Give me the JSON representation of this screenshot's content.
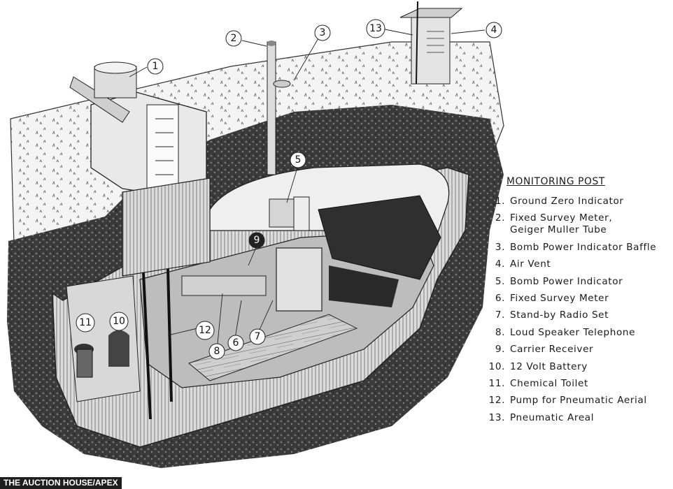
{
  "legend": {
    "title": "MONITORING POST",
    "items": [
      {
        "num": "1.",
        "text": "Ground Zero Indicator"
      },
      {
        "num": "2.",
        "text": "Fixed Survey Meter,\nGeiger Muller Tube"
      },
      {
        "num": "3.",
        "text": "Bomb Power Indicator Baffle"
      },
      {
        "num": "4.",
        "text": "Air Vent"
      },
      {
        "num": "5.",
        "text": "Bomb Power Indicator"
      },
      {
        "num": "6.",
        "text": "Fixed Survey Meter"
      },
      {
        "num": "7.",
        "text": "Stand-by Radio Set"
      },
      {
        "num": "8.",
        "text": "Loud Speaker Telephone"
      },
      {
        "num": "9.",
        "text": "Carrier Receiver"
      },
      {
        "num": "10.",
        "text": "12 Volt Battery"
      },
      {
        "num": "11.",
        "text": "Chemical Toilet"
      },
      {
        "num": "12.",
        "text": "Pump for Pneumatic Aerial"
      },
      {
        "num": "13.",
        "text": "Pneumatic Areal"
      }
    ]
  },
  "callouts": [
    "1",
    "2",
    "3",
    "4",
    "5",
    "6",
    "7",
    "8",
    "9",
    "10",
    "11",
    "12",
    "13"
  ],
  "credit": "THE AUCTION HOUSE/APEX"
}
